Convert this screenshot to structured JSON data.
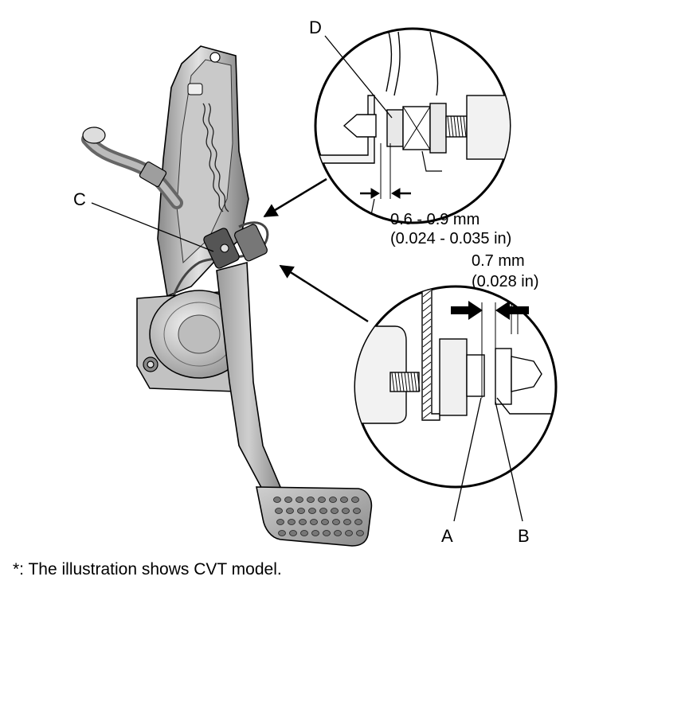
{
  "callouts": {
    "A": "A",
    "B": "B",
    "C": "C",
    "D": "D"
  },
  "dimensions": {
    "upper": {
      "metric": "0.6 - 0.9 mm",
      "imperial": "(0.024 - 0.035 in)"
    },
    "lower": {
      "metric": "0.7 mm",
      "imperial": "(0.028 in)"
    }
  },
  "note": "*: The illustration shows CVT model.",
  "colors": {
    "line": "#000000",
    "metal_light": "#d8d8d8",
    "metal_mid": "#a8a8a8",
    "metal_dark": "#6e6e6e"
  }
}
